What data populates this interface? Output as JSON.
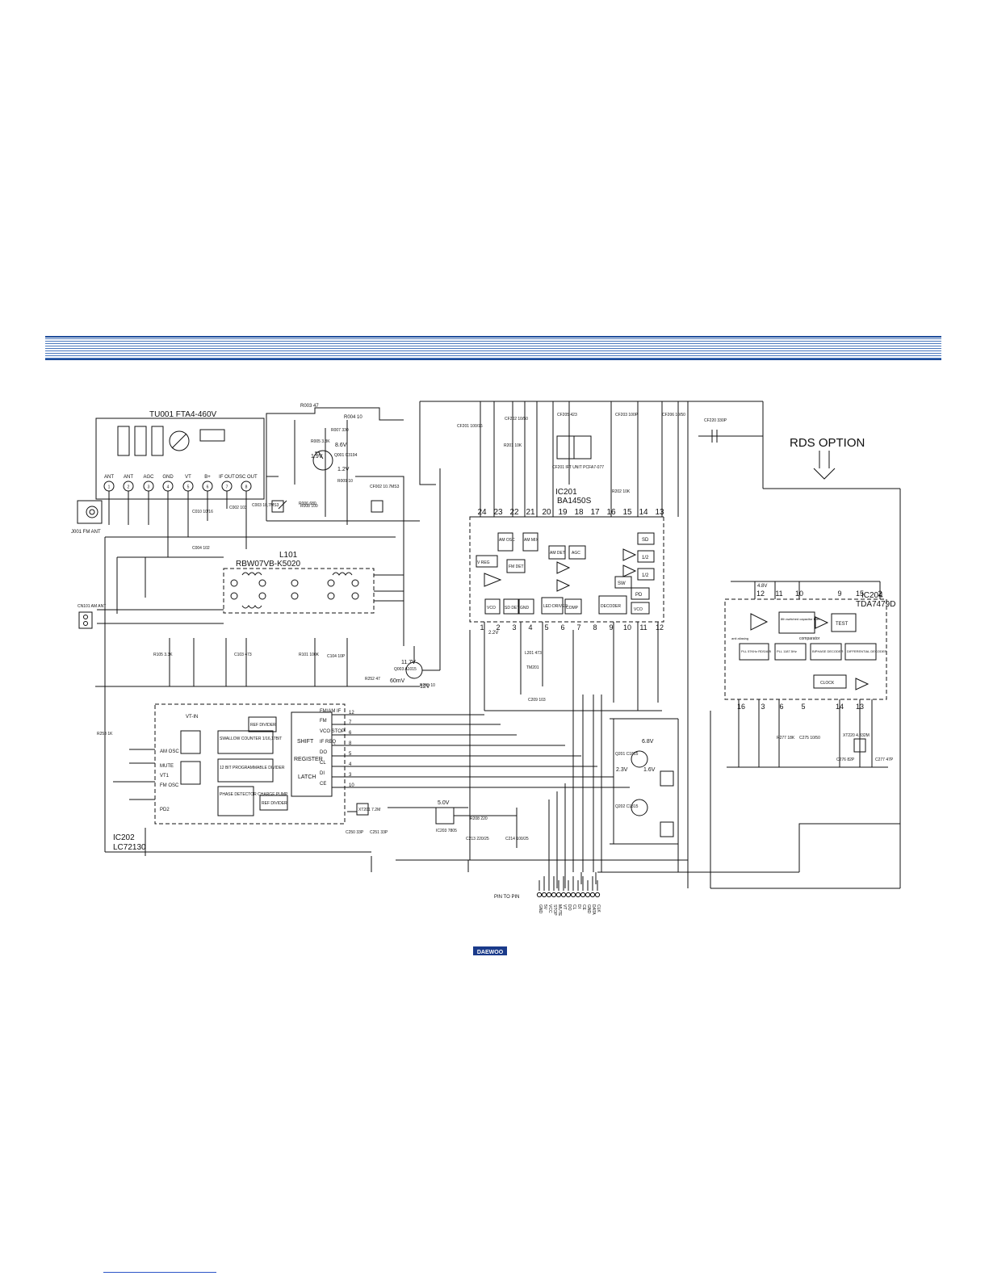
{
  "banner": {
    "stripe_color": "#4a78bd",
    "edge_color": "#1f4d9a"
  },
  "tuner": {
    "title": "TU001 FTA4-460V",
    "pins": [
      "ANT",
      "ANT",
      "AGC",
      "GND",
      "VT",
      "B+",
      "IF OUT",
      "OSC OUT"
    ],
    "pin_numbers": [
      "1",
      "2",
      "3",
      "4",
      "5",
      "6",
      "7",
      "8"
    ],
    "jack": "J001 FM ANT"
  },
  "coil": {
    "ref": "L101",
    "part": "RBW07VB-K5020"
  },
  "ic201": {
    "ref": "IC201",
    "part": "BA1450S",
    "top_pins": [
      "24",
      "23",
      "22",
      "21",
      "20",
      "19",
      "18",
      "17",
      "16",
      "15",
      "14",
      "13"
    ],
    "bottom_pins": [
      "1",
      "2",
      "3",
      "4",
      "5",
      "6",
      "7",
      "8",
      "9",
      "10",
      "11",
      "12"
    ],
    "blocks": [
      "AM OSC",
      "AM MIX",
      "AM DET",
      "AGC",
      "V REG",
      "FM DET",
      "SD",
      "1/2",
      "1/2",
      "SW",
      "PD",
      "VCO",
      "VCO",
      "SD DET",
      "GND",
      "LED DRIVER",
      "COMP",
      "DECODER"
    ]
  },
  "ic202": {
    "ref": "IC202",
    "part": "LC72130",
    "blocks": [
      "REF DIVIDER",
      "SWALLOW COUNTER 1/16,17BIT",
      "12 BIT PROGRAMMABLE DIVIDER",
      "PHASE DETECTOR CHARGE PUMP",
      "REF DIVIDER",
      "SHIFT",
      "REGISTER",
      "LATCH"
    ],
    "side_labels": [
      "AM OSC",
      "MUTE",
      "VT1",
      "FM OSC",
      "PD2",
      "VT-IN"
    ],
    "bus_labels": [
      "FM/AM IF",
      "FM",
      "VCO STOP",
      "IF REQ",
      "DO",
      "CL",
      "DI",
      "CE"
    ],
    "bus_pins": [
      "12",
      "7",
      "6",
      "8",
      "5",
      "4",
      "3",
      "10"
    ]
  },
  "ic204": {
    "ref": "IC204",
    "part": "TDA7479D",
    "blocks": [
      "8th switched capacitor filter",
      "TEST",
      "comparator",
      "PLL 57KHz RDS/ARI",
      "PLL 1187.5Hz",
      "BIPHASE DECODER",
      "DIFFERENTIAL DECODER",
      "CLOCK",
      "anti aliasing"
    ],
    "pins": [
      "12",
      "11",
      "10",
      "9",
      "15",
      "2",
      "16",
      "3",
      "6",
      "5",
      "14",
      "13"
    ]
  },
  "rds": {
    "label": "RDS OPTION"
  },
  "connector": {
    "label": "PIN TO PIN",
    "pins": [
      "GND",
      "5V",
      "VCC",
      "STOP",
      "MUTE",
      "VT",
      "DO",
      "CL",
      "DI",
      "CE",
      "GND",
      "DATA",
      "CLK"
    ]
  },
  "parts": {
    "r003": "R003 47",
    "r004": "R004 10",
    "r005": "R005 3.3K",
    "r006": "R006 680",
    "r007": "R007 330",
    "r008": "R008 100",
    "r009": "R009 10",
    "q001": "Q001 C3194",
    "c010": "C010 10/16",
    "c002": "C002 103",
    "c003": "C003 10,7MS3",
    "v86": "8.6V",
    "v19": "1.9V",
    "v12": "1.2V",
    "cf002": "CF002 10.7MS3",
    "cf201": "CF201 100/16",
    "cf202": "CF202 10/50",
    "cf205": "CF205 423",
    "cf203": "CF203 100P",
    "cf206": "CF206 10/50",
    "cf220": "CF220 330P",
    "r201": "R201 10K",
    "r202": "R202 10K",
    "cf201ift": "CF201 IFT UNIT PCFA7-077",
    "c004": "C004 102",
    "r101": "R101 100K",
    "c104": "C104 10P",
    "r105": "R105 3.3K",
    "c103": "C103 473",
    "q003": "Q003 A1015",
    "v117": "11.7V",
    "mv60": "60mV",
    "v12b": "12V",
    "r255": "R255 10",
    "r252": "R252 47",
    "r253": "R253 1K",
    "xt201": "XT201 7.2M",
    "c250": "C250 33P",
    "c251": "C251 33P",
    "ic203": "IC203 7805",
    "v50": "5.0V",
    "c213": "C213 220/25",
    "c214": "C214 100/25",
    "r208": "R208 220",
    "q201": "Q201 C1815",
    "q202": "Q202 C1815",
    "v68": "6.8V",
    "v16": "1.6V",
    "v23": "2.3V",
    "c275": "C275 10/50",
    "r277": "R277 18K",
    "x220": "XT220 4.332M",
    "c276": "C276 82P",
    "c277": "C277 47P",
    "v48": "4.8V",
    "v22": "2.2V",
    "am_ant": "CN101 AM ANT",
    "l201": "L201 473",
    "tm201": "TM201",
    "c209": "C209 103"
  },
  "logo": {
    "text": "DAEWOO",
    "color": "#1a3a8a"
  },
  "footer": {
    "rule_color": "#2b55c8"
  }
}
